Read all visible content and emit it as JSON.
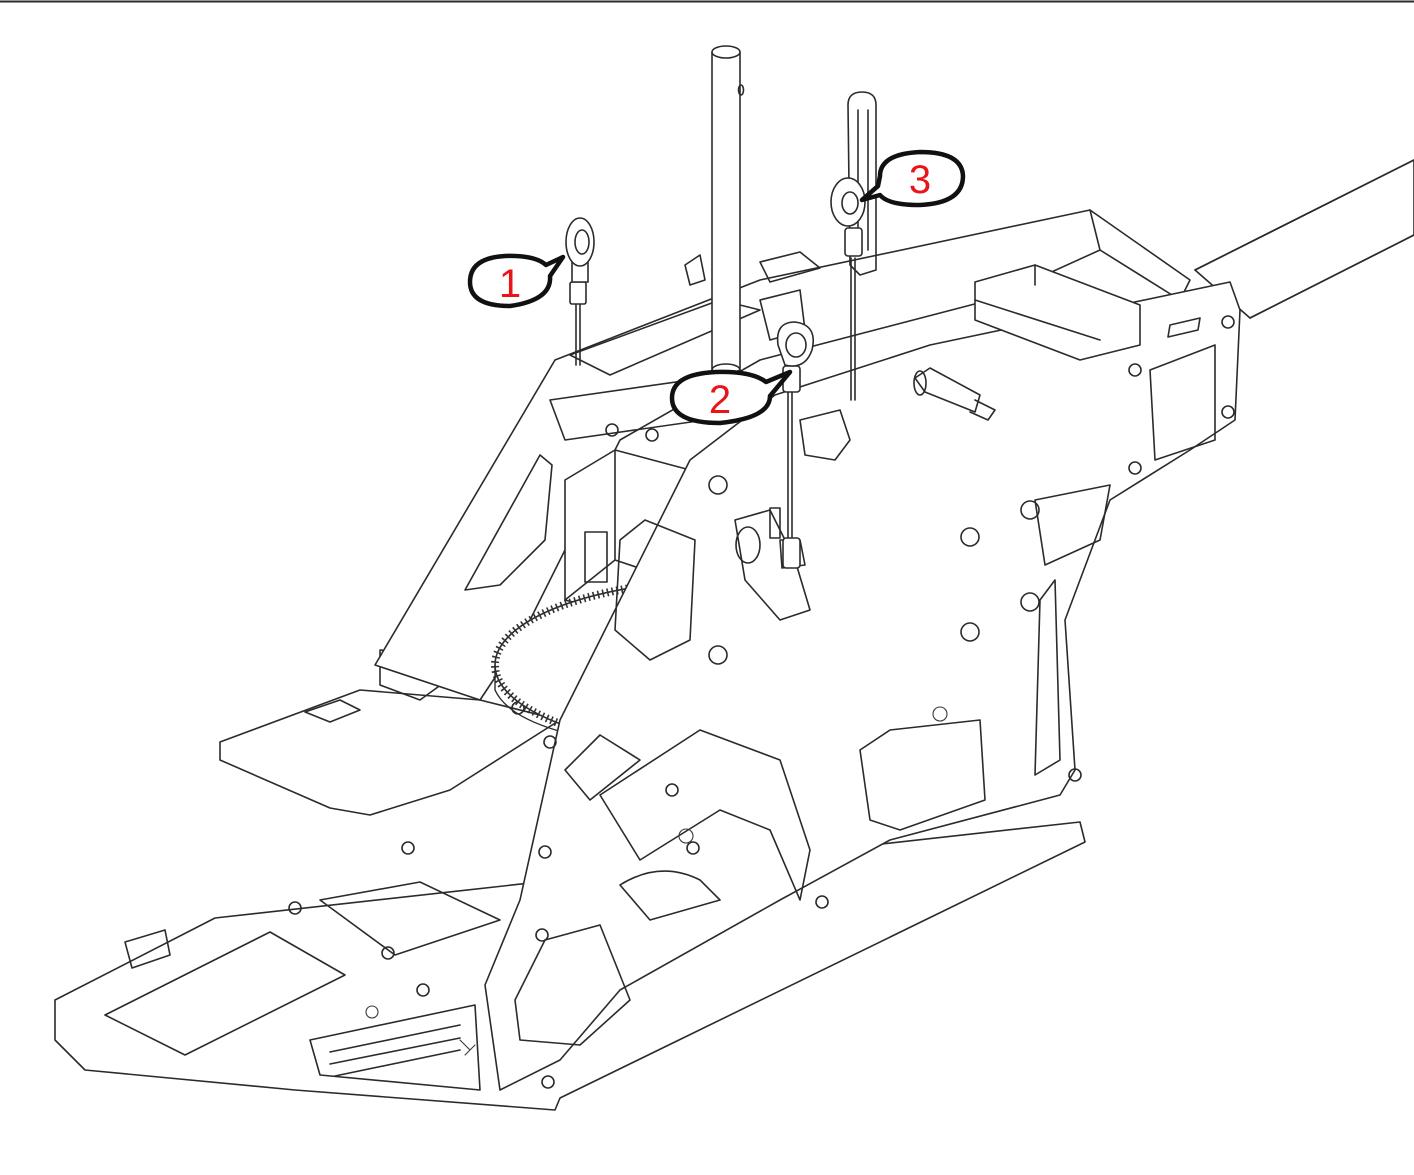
{
  "callouts": [
    {
      "id": "1",
      "label": "1",
      "color": "#e8141a"
    },
    {
      "id": "2",
      "label": "2",
      "color": "#e8141a"
    },
    {
      "id": "3",
      "label": "3",
      "color": "#e8141a"
    }
  ],
  "style": {
    "line_color": "#2b2b2b",
    "background": "#ffffff",
    "bubble_outline": "#111111"
  }
}
